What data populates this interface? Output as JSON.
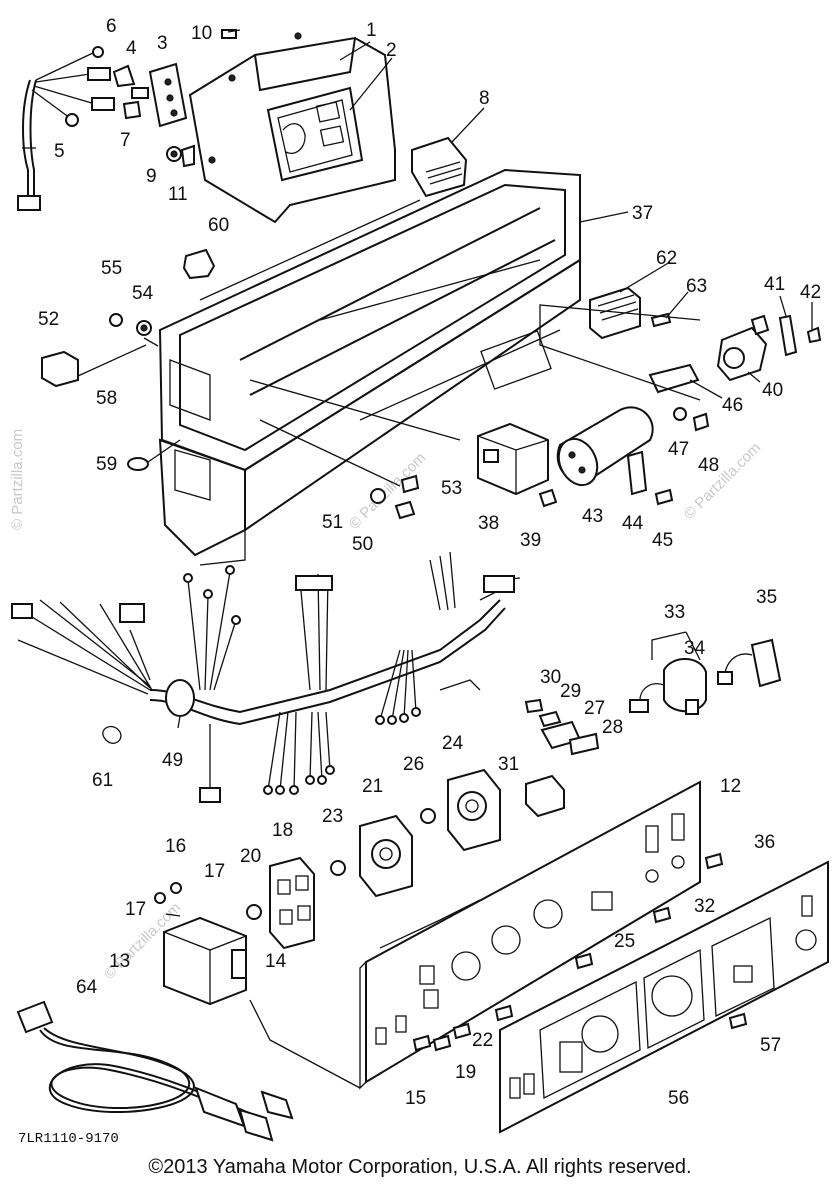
{
  "diagram_code": "7LR1110-9170",
  "copyright": "©2013 Yamaha Motor Corporation, U.S.A. All rights reserved.",
  "watermark": "© Partzilla.com",
  "callouts": [
    "1",
    "2",
    "3",
    "4",
    "5",
    "6",
    "7",
    "8",
    "9",
    "10",
    "11",
    "12",
    "13",
    "14",
    "15",
    "16",
    "17",
    "18",
    "19",
    "20",
    "21",
    "22",
    "23",
    "24",
    "25",
    "26",
    "27",
    "28",
    "29",
    "30",
    "31",
    "32",
    "33",
    "34",
    "35",
    "36",
    "37",
    "38",
    "39",
    "40",
    "41",
    "42",
    "43",
    "44",
    "45",
    "46",
    "47",
    "48",
    "49",
    "50",
    "51",
    "52",
    "53",
    "54",
    "55",
    "56",
    "57",
    "58",
    "59",
    "60",
    "61",
    "62",
    "63",
    "64"
  ]
}
